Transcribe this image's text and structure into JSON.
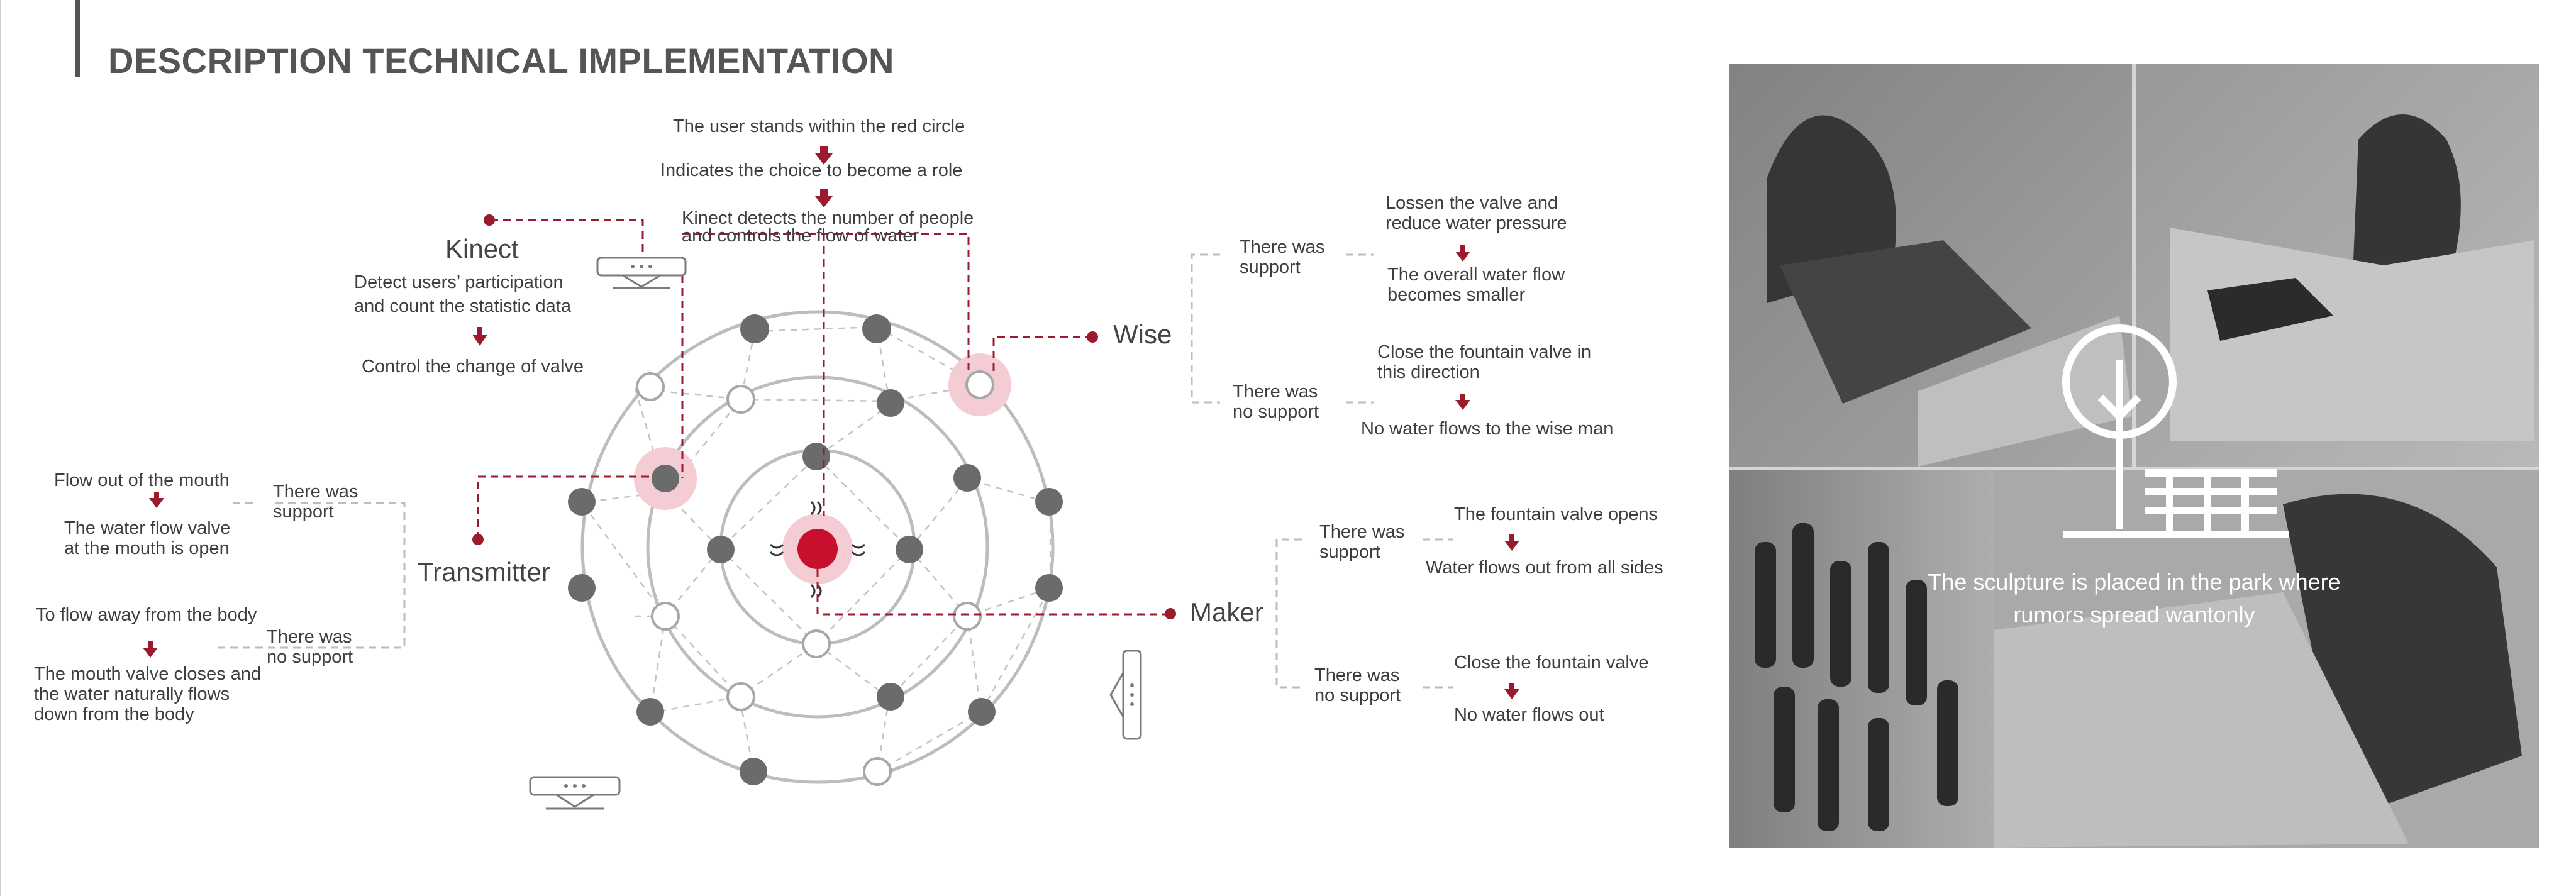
{
  "title": "DESCRIPTION TECHNICAL IMPLEMENTATION",
  "center_flow": [
    "The user stands within the red circle",
    "Indicates the choice to become a role",
    "Kinect detects the number of people",
    "and controls the flow of water"
  ],
  "kinect": {
    "label": "Kinect",
    "desc_line1": "Detect users’ participation",
    "desc_line2": "and count the statistic data",
    "result": "Control the change of valve"
  },
  "transmitter": {
    "label": "Transmitter",
    "support": "There was\nsupport",
    "no_support": "There was\nno support",
    "support_top": "Flow out of the mouth",
    "support_bottom": "The water flow valve\nat the mouth is open",
    "no_support_top": "To flow away from the body",
    "no_support_bottom": "The mouth valve closes and\nthe water naturally flows\ndown from the body"
  },
  "wise": {
    "label": "Wise",
    "support": "There was\nsupport",
    "no_support": "There was\nno support",
    "support_top": "Lossen the valve and\nreduce water pressure",
    "support_bottom": "The overall water flow\nbecomes smaller",
    "no_support_top": "Close the fountain valve in\nthis direction",
    "no_support_bottom": "No water flows to the wise man"
  },
  "maker": {
    "label": "Maker",
    "support": "There was\nsupport",
    "no_support": "There was\nno support",
    "support_top": "The fountain valve opens",
    "support_bottom": "Water flows out from all sides",
    "no_support_top": "Close the fountain valve",
    "no_support_bottom": "No water flows out"
  },
  "photo_caption": "The sculpture is placed in the park where\nrumors spread wantonly",
  "colors": {
    "accent": "#9b1b2e",
    "gray_node": "#6b6b6b",
    "ring": "#bdbdbd",
    "pink": "#f2c9cf"
  }
}
